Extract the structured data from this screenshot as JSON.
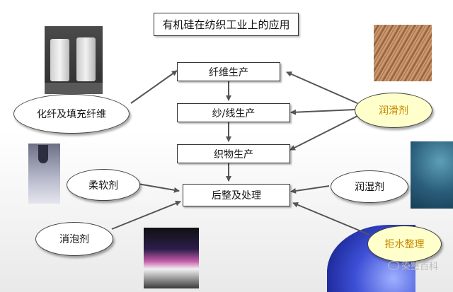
{
  "title": "有机硅在纺织工业上的应用",
  "process": {
    "fiber": "纤维生产",
    "yarn": "纱/线生产",
    "fabric": "织物生产",
    "finishing": "后整及处理"
  },
  "agents": {
    "synthetic_fiber": "化纤及填充纤维",
    "lubricant": "润滑剂",
    "softener": "柔软剂",
    "wetting": "润湿剂",
    "defoamer": "消泡剂",
    "water_repellent": "拒水整理"
  },
  "watermark": "染整百科",
  "colors": {
    "highlight_fill": "#ffffcc",
    "highlight_text": "#c68a00"
  }
}
